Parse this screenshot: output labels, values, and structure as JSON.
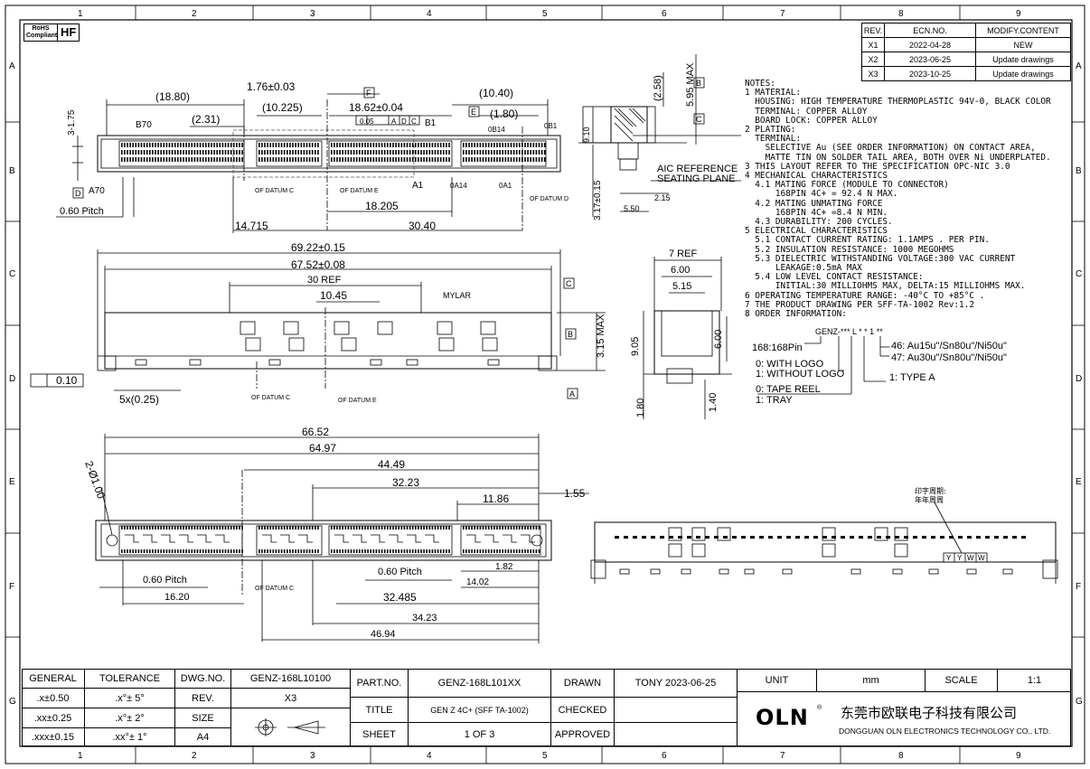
{
  "frame": {
    "col_labels": [
      "1",
      "2",
      "3",
      "4",
      "5",
      "6",
      "7",
      "8",
      "9"
    ],
    "row_labels": [
      "A",
      "B",
      "C",
      "D",
      "E",
      "F",
      "G"
    ]
  },
  "badges": {
    "rohs": "RoHS Compliant",
    "hf": "HF"
  },
  "revision_table": {
    "headers": [
      "REV.",
      "ECN.NO.",
      "MODIFY.CONTENT"
    ],
    "rows": [
      [
        "X1",
        "2022-04-28",
        "NEW"
      ],
      [
        "X2",
        "2023-06-25",
        "Update drawings"
      ],
      [
        "X3",
        "2023-10-25",
        "Update drawings"
      ]
    ]
  },
  "notes": [
    "NOTES:",
    "1 MATERIAL:",
    "  HOUSING: HIGH TEMPERATURE THERMOPLASTIC 94V-0, BLACK COLOR",
    "  TERMINAL: COPPER ALLOY",
    "  BOARD LOCK: COPPER ALLOY",
    "2 PLATING:",
    "  TERMINAL:",
    "    SELECTIVE Au (SEE ORDER INFORMATION) ON CONTACT AREA,",
    "    MATTE TIN ON SOLDER TAIL AREA, BOTH OVER Ni UNDERPLATED.",
    "3 THIS LAYOUT REFER TO THE SPECIFICATION OPC-NIC 3.0",
    "4 MECHANICAL CHARACTERISTICS",
    "  4.1 MATING FORCE (MODULE TO CONNECTOR)",
    "      168PIN 4C+ = 92.4 N MAX.",
    "  4.2 MATING UNMATING FORCE",
    "      168PIN 4C+ =8.4 N MIN.",
    "  4.3 DURABILITY: 200 CYCLES.",
    "5 ELECTRICAL CHARACTERISTICS",
    "  5.1 CONTACT CURRENT RATING: 1.1AMPS . PER PIN.",
    "  5.2 INSULATION RESISTANCE: 1000 MEGOHMS",
    "  5.3 DIELECTRIC WITHSTANDING VOLTAGE:300 VAC CURRENT",
    "      LEAKAGE:0.5mA MAX",
    "  5.4 LOW LEVEL CONTACT RESISTANCE:",
    "      INITIAL:30 MILLIOHMS MAX, DELTA:15 MILLIOHMS MAX.",
    "6 OPERATING TEMPERATURE RANGE: -40°C TO +85°C .",
    "7 THE PRODUCT DRAWING PER SFF-TA-1002 Rev:1.2",
    "8 ORDER INFORMATION:"
  ],
  "order_info": {
    "code": "GENZ-*** L * * 1 **",
    "pin": "168:168Pin",
    "logo_0": "0: WITH LOGO",
    "logo_1": "1: WITHOUT LOGO",
    "pack_0": "0: TAPE REEL",
    "pack_1": "1: TRAY",
    "type": "1: TYPE A",
    "plating_46": "46: Au15u\"/Sn80u\"/Ni50u\"",
    "plating_47": "47: Au30u\"/Sn80u\"/Ni50u\""
  },
  "top_view": {
    "dims": [
      "(18.80)",
      "1.76±0.03",
      "(10.40)",
      "(2.31)",
      "(10.225)",
      "18.62±0.04",
      "(1.80)",
      "3-1.75",
      "B70",
      "B1",
      "0B14",
      "0B1",
      "A70",
      "A1",
      "0A14",
      "0A1",
      "0.60 Pitch",
      "14.715",
      "18.205",
      "30.40"
    ],
    "tolerance_frame": [
      "0.05",
      "A",
      "D",
      "C"
    ],
    "datum_labels": [
      "F",
      "E",
      "D"
    ],
    "center_labels": [
      "OF DATUM C",
      "OF DATUM E",
      "OF DATUM D"
    ]
  },
  "side_view": {
    "dims": [
      "69.22±0.15",
      "67.52±0.08",
      "30 REF",
      "10.45",
      "3.15 MAX",
      "0.10",
      "5x(0.25)"
    ],
    "mylar": "MYLAR",
    "datum_labels": [
      "C",
      "B",
      "A"
    ],
    "center_labels": [
      "OF DATUM C",
      "OF DATUM E"
    ]
  },
  "section_view": {
    "dims": [
      "(2.58)",
      "5.95 MAX",
      "9.10",
      "3.17±0.15",
      "2.15",
      "5.50"
    ],
    "aic_label_1": "AIC REFERENCE",
    "aic_label_2": "SEATING PLANE",
    "datum_labels": [
      "B",
      "C"
    ]
  },
  "end_view": {
    "dims": [
      "7 REF",
      "6.00",
      "5.15",
      "9.05",
      "6.00",
      "1.80",
      "1.40"
    ]
  },
  "bottom_view": {
    "dims": [
      "66.52",
      "64.97",
      "44.49",
      "32.23",
      "11.86",
      "1.55",
      "2-Ø1.00",
      "0.60 Pitch",
      "16.20",
      "0.60 Pitch",
      "1.82",
      "14.02",
      "32.485",
      "34.23",
      "46.94"
    ],
    "center_labels": [
      "OF DATUM C"
    ]
  },
  "marking_view": {
    "note_1": "印字周期:",
    "note_2": "年年周周",
    "code_letters": [
      "Y",
      "Y",
      "W",
      "W"
    ]
  },
  "title_block": {
    "general": "GENERAL",
    "tolerance": "TOLERANCE",
    "tol_rows": [
      [
        ".x±0.50",
        ".x°± 5°"
      ],
      [
        ".xx±0.25",
        ".x°± 2°"
      ],
      [
        ".xxx±0.15",
        ".xx°± 1°"
      ]
    ],
    "dwg_no_label": "DWG.NO.",
    "dwg_no": "GENZ-168L10100",
    "rev_label": "REV.",
    "rev": "X3",
    "size_label": "SIZE",
    "size": "A4",
    "part_no_label": "PART.NO.",
    "part_no": "GENZ-168L101XX",
    "title_label": "TITLE",
    "title": "GEN Z 4C+ (SFF TA-1002)",
    "sheet_label": "SHEET",
    "sheet": "1 OF 3",
    "drawn_label": "DRAWN",
    "drawn": "TONY 2023-06-25",
    "checked_label": "CHECKED",
    "approved_label": "APPROVED",
    "unit_label": "UNIT",
    "unit": "mm",
    "scale_label": "SCALE",
    "scale": "1:1",
    "company_logo": "OLN",
    "company_cn": "东莞市欧联电子科技有限公司",
    "company_en": "DONGGUAN OLN ELECTRONICS TECHNOLOGY CO., LTD."
  },
  "colors": {
    "line": "#000000",
    "hidden": "#555555",
    "paper": "#ffffff"
  }
}
